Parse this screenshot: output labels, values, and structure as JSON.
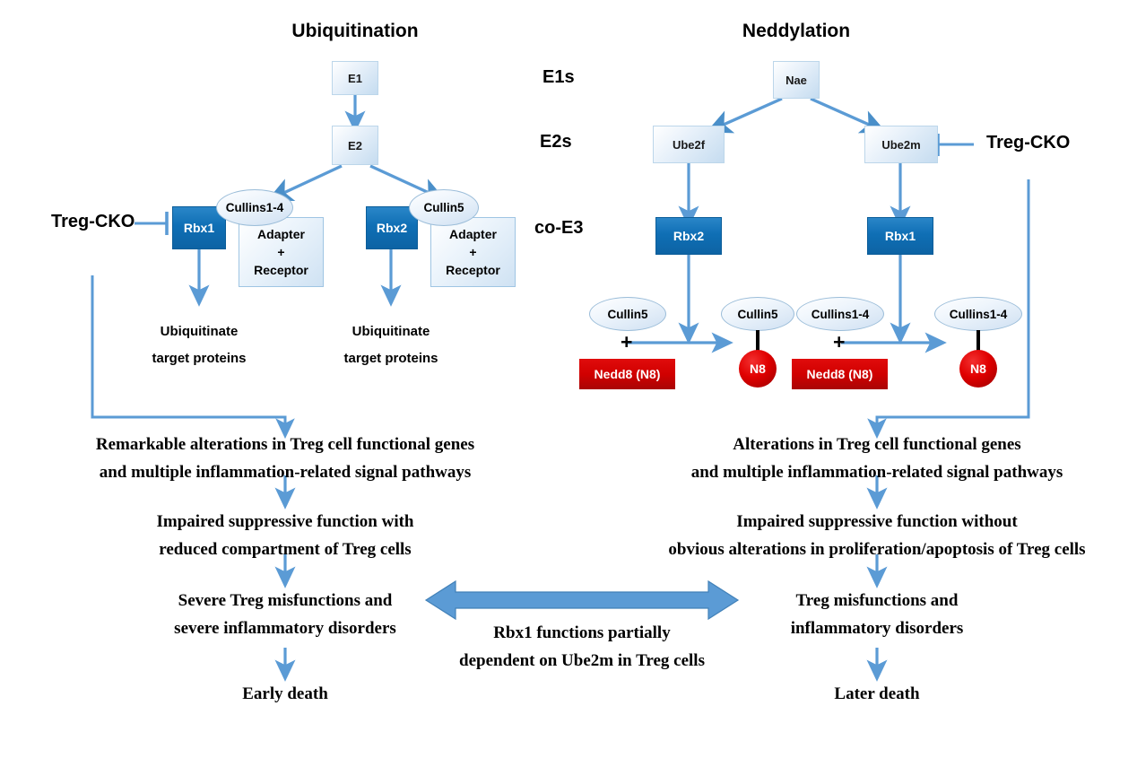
{
  "diagram": {
    "titles": {
      "left": "Ubiquitination",
      "right": "Neddylation"
    },
    "stage_labels": {
      "e1s": "E1s",
      "e2s": "E2s",
      "co_e3": "co-E3"
    },
    "perturbation": {
      "left_label": "Treg-CKO",
      "right_label": "Treg-CKO"
    },
    "ubiquitination": {
      "e1": "E1",
      "e2": "E2",
      "branch_left": {
        "rbx": "Rbx1",
        "cullin": "Cullins1-4",
        "adapter_line1": "Adapter",
        "adapter_plus": "+",
        "adapter_line2": "Receptor",
        "output_line1": "Ubiquitinate",
        "output_line2": "target proteins"
      },
      "branch_right": {
        "rbx": "Rbx2",
        "cullin": "Cullin5",
        "adapter_line1": "Adapter",
        "adapter_plus": "+",
        "adapter_line2": "Receptor",
        "output_line1": "Ubiquitinate",
        "output_line2": "target proteins"
      }
    },
    "neddylation": {
      "nae": "Nae",
      "branch_left": {
        "e2": "Ube2f",
        "rbx": "Rbx2",
        "substrate_cullin": "Cullin5",
        "nedd8": "Nedd8 (N8)",
        "plus": "+",
        "product_cullin": "Cullin5",
        "product_tag": "N8"
      },
      "branch_right": {
        "e2": "Ube2m",
        "rbx": "Rbx1",
        "substrate_cullin": "Cullins1-4",
        "nedd8": "Nedd8 (N8)",
        "plus": "+",
        "product_cullin": "Cullins1-4",
        "product_tag": "N8"
      }
    },
    "outcomes": {
      "left": [
        {
          "line1": "Remarkable alterations in Treg cell functional genes",
          "line2": "and multiple inflammation-related signal pathways"
        },
        {
          "line1": "Impaired suppressive function with",
          "line2": "reduced compartment of Treg cells"
        },
        {
          "line1": "Severe Treg misfunctions and",
          "line2": "severe inflammatory disorders"
        },
        {
          "line1": "Early death",
          "line2": ""
        }
      ],
      "right": [
        {
          "line1": "Alterations in Treg cell functional genes",
          "line2": "and multiple inflammation-related signal pathways"
        },
        {
          "line1": "Impaired suppressive function without",
          "line2": "obvious alterations in proliferation/apoptosis of Treg cells"
        },
        {
          "line1": "Treg misfunctions and",
          "line2": "inflammatory disorders"
        },
        {
          "line1": "Later death",
          "line2": ""
        }
      ]
    },
    "connector": {
      "caption_line1": "Rbx1 functions partially",
      "caption_line2": "dependent on Ube2m in Treg cells"
    },
    "colors": {
      "arrow_blue": "#5b9bd5",
      "rbx_blue": "#0f6fb5",
      "nedd8_red": "#d10000",
      "n8_red": "#e00000",
      "text_black": "#000000"
    }
  }
}
